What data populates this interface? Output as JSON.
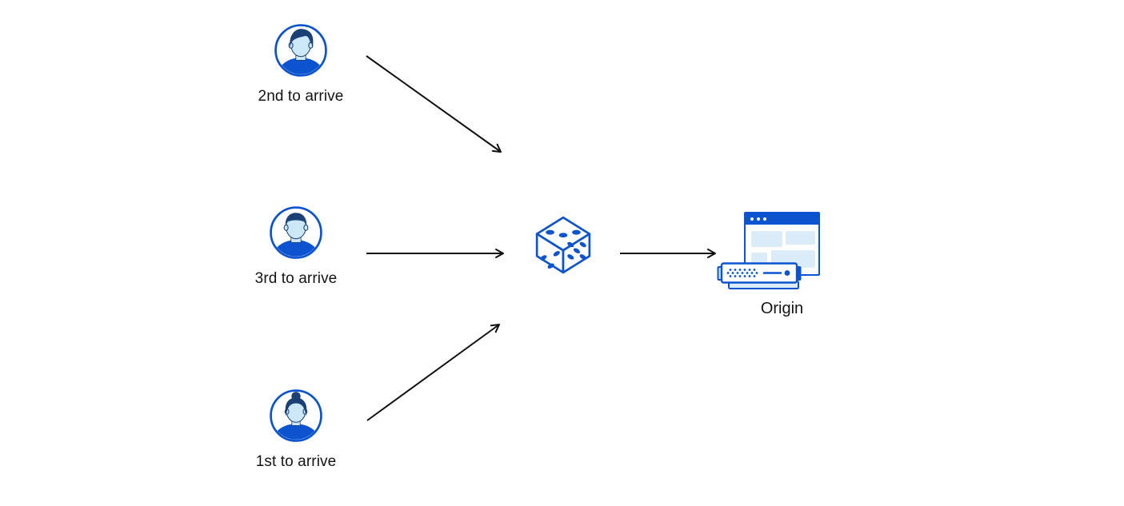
{
  "diagram": {
    "clients": [
      {
        "label": "2nd to arrive",
        "icon": "male-user-avatar"
      },
      {
        "label": "3rd to arrive",
        "icon": "male-user-avatar"
      },
      {
        "label": "1st to arrive",
        "icon": "female-user-avatar"
      }
    ],
    "router": {
      "icon": "dice"
    },
    "origin": {
      "label": "Origin",
      "icons": [
        "browser-window",
        "server"
      ]
    },
    "edges": [
      {
        "from": "client-2nd",
        "to": "dice"
      },
      {
        "from": "client-3rd",
        "to": "dice"
      },
      {
        "from": "client-1st",
        "to": "dice"
      },
      {
        "from": "dice",
        "to": "origin"
      }
    ]
  },
  "colors": {
    "primary_blue": "#0b53cf",
    "navy": "#1a4076",
    "light_blue": "#cbe7f8",
    "pale_blue": "#dcebf8",
    "arrow_black": "#101010",
    "text_black": "#141414",
    "background": "#ffffff"
  }
}
